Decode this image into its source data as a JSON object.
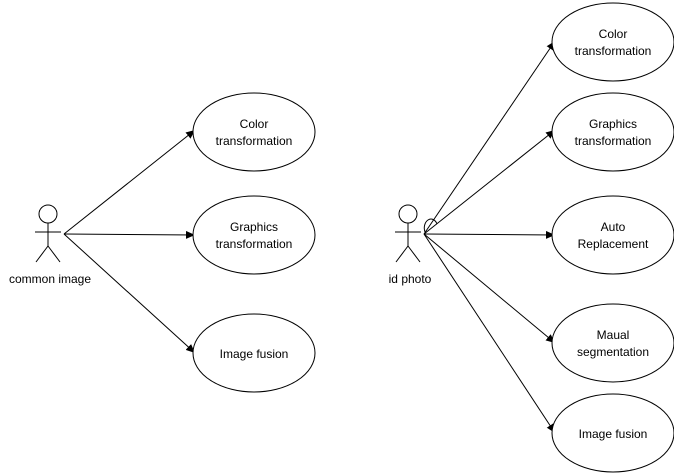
{
  "colors": {
    "line": "#000000",
    "background": "#ffffff"
  },
  "actors": [
    {
      "id": "common",
      "label": "common image"
    },
    {
      "id": "id",
      "label": "id photo"
    }
  ],
  "use_cases": {
    "common": [
      {
        "lines": [
          "Color",
          "transformation"
        ]
      },
      {
        "lines": [
          "Graphics",
          "transformation"
        ]
      },
      {
        "lines": [
          "Image fusion"
        ]
      }
    ],
    "id": [
      {
        "lines": [
          "Color",
          "transformation"
        ]
      },
      {
        "lines": [
          "Graphics",
          "transformation"
        ]
      },
      {
        "lines": [
          "Auto",
          "Replacement"
        ]
      },
      {
        "lines": [
          "Maual",
          "segmentation"
        ]
      },
      {
        "lines": [
          "Image fusion"
        ]
      }
    ]
  }
}
